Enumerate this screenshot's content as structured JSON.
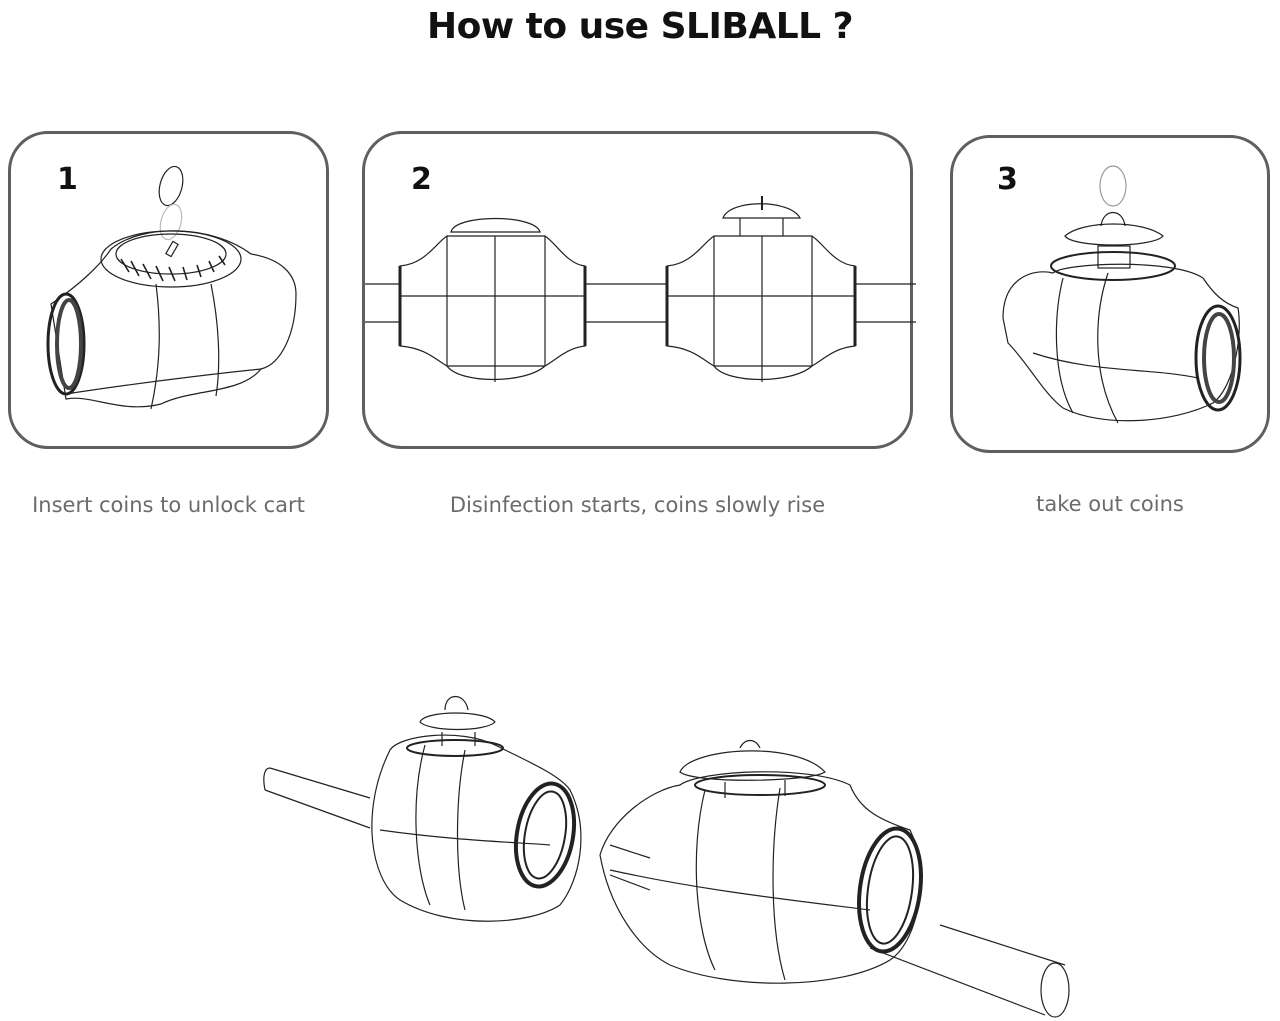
{
  "title": "How to use SLIBALL ?",
  "steps": [
    {
      "number": "1",
      "caption": "Insert coins to unlock cart"
    },
    {
      "number": "2",
      "caption": "Disinfection starts, coins slowly rise"
    },
    {
      "number": "3",
      "caption": "take out coins"
    }
  ],
  "colors": {
    "title": "#111111",
    "caption": "#6b6b6b",
    "panel_border": "#5f5f5f",
    "line": "#222222"
  }
}
